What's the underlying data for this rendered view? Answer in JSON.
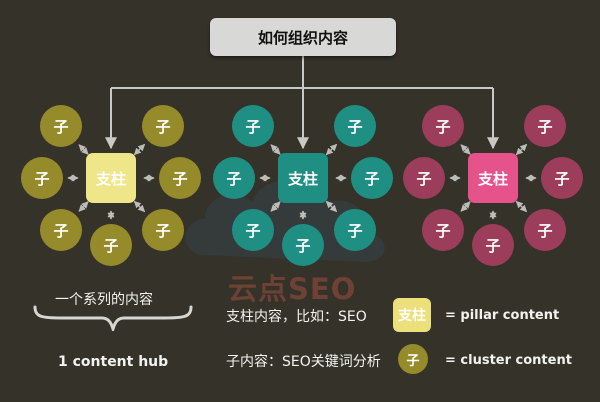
{
  "title": "如何组织内容",
  "child_label": "子",
  "hubs": [
    {
      "pillar_label": "支柱",
      "pillar_color": "#efe68a",
      "child_color": "#958b2a",
      "pillar_text_color": "#ffffff"
    },
    {
      "pillar_label": "支柱",
      "pillar_color": "#1f8f84",
      "child_color": "#1f8f84",
      "pillar_text_color": "#ffffff"
    },
    {
      "pillar_label": "支柱",
      "pillar_color": "#e6528a",
      "child_color": "#9c3d5b",
      "pillar_text_color": "#ffffff"
    }
  ],
  "watermark": "云点SEO",
  "series_label": "一个系列的内容",
  "hub_label": "1 content hub",
  "legend": {
    "pillar_desc": "支柱内容，比如：SEO",
    "pillar_badge": "支柱",
    "pillar_eq": "= pillar content",
    "child_desc": "子内容：SEO关键词分析",
    "child_badge": "子",
    "child_eq": "= cluster content"
  },
  "colors": {
    "background": "#35322a",
    "connector": "#c8c8c4",
    "arrow": "#bdbdb8"
  }
}
